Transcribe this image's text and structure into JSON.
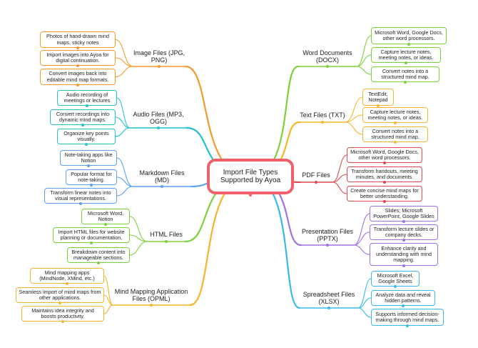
{
  "center": {
    "label": "Import File Types Supported by Ayoa",
    "color": "#f0606a"
  },
  "branches": {
    "image": {
      "label": "Image Files (JPG, PNG)",
      "color": "#f59a2a",
      "items": [
        "Photos of hand-drawn mind maps, sticky notes",
        "Import images into Ayoa for digital continuation.",
        "Convert images back into editable mind map formats."
      ]
    },
    "audio": {
      "label": "Audio Files (MP3, OGG)",
      "color": "#22c2cc",
      "items": [
        "Audio recording of meetings or lectures",
        "Convert recordings into dynamic mind maps.",
        "Organize key points visually."
      ]
    },
    "markdown": {
      "label": "Markdown Files (MD)",
      "color": "#5ea0ee",
      "items": [
        "Note-taking apps like Notion",
        "Popular format for note-taking.",
        "Transform linear notes into visual representations."
      ]
    },
    "html": {
      "label": "HTML Files",
      "color": "#7ed03a",
      "items": [
        "Microsoft Word, Notion",
        "Import HTML files for website planning or documentation.",
        "Breakdown content into manageable sections."
      ]
    },
    "opml": {
      "label": "Mind Mapping Application Files (OPML)",
      "color": "#f5b52a",
      "items": [
        "Mind mapping apps (MindNode, XMind, etc.)",
        "Seamless import of mind maps from other applications.",
        "Maintains idea integrity and boosts productivity."
      ]
    },
    "docx": {
      "label": "Word Documents (DOCX)",
      "color": "#7ed03a",
      "items": [
        "Microsoft Word, Google Docs, other word processors.",
        "Capture lecture notes, meeting notes, or ideas.",
        "Convert notes into a structured mind map."
      ]
    },
    "txt": {
      "label": "Text Files (TXT)",
      "color": "#f5b52a",
      "items": [
        "TextEdit, Notepad",
        "Capture lecture notes, meeting notes, or ideas.",
        "Convert notes into a structured mind map."
      ]
    },
    "pdf": {
      "label": "PDF Files",
      "color": "#e0484e",
      "items": [
        "Microsoft Word, Google Docs, other word processors.",
        "Transform handouts, meeting minutes, and documents.",
        "Create concise mind maps for better understanding."
      ]
    },
    "pptx": {
      "label": "Presentation Files (PPTX)",
      "color": "#a070e8",
      "items": [
        "Slides; Microsoft PowerPoint, Google Slides",
        "Transform lecture slides or company decks.",
        "Enhance clarity and understanding with mind mapping."
      ]
    },
    "xlsx": {
      "label": "Spreadsheet Files (XLSX)",
      "color": "#3ab8ee",
      "items": [
        "Microsoft Excel, Google Sheets",
        "Analyze data and reveal hidden patterns.",
        "Supports informed decision-making through mind maps."
      ]
    }
  }
}
